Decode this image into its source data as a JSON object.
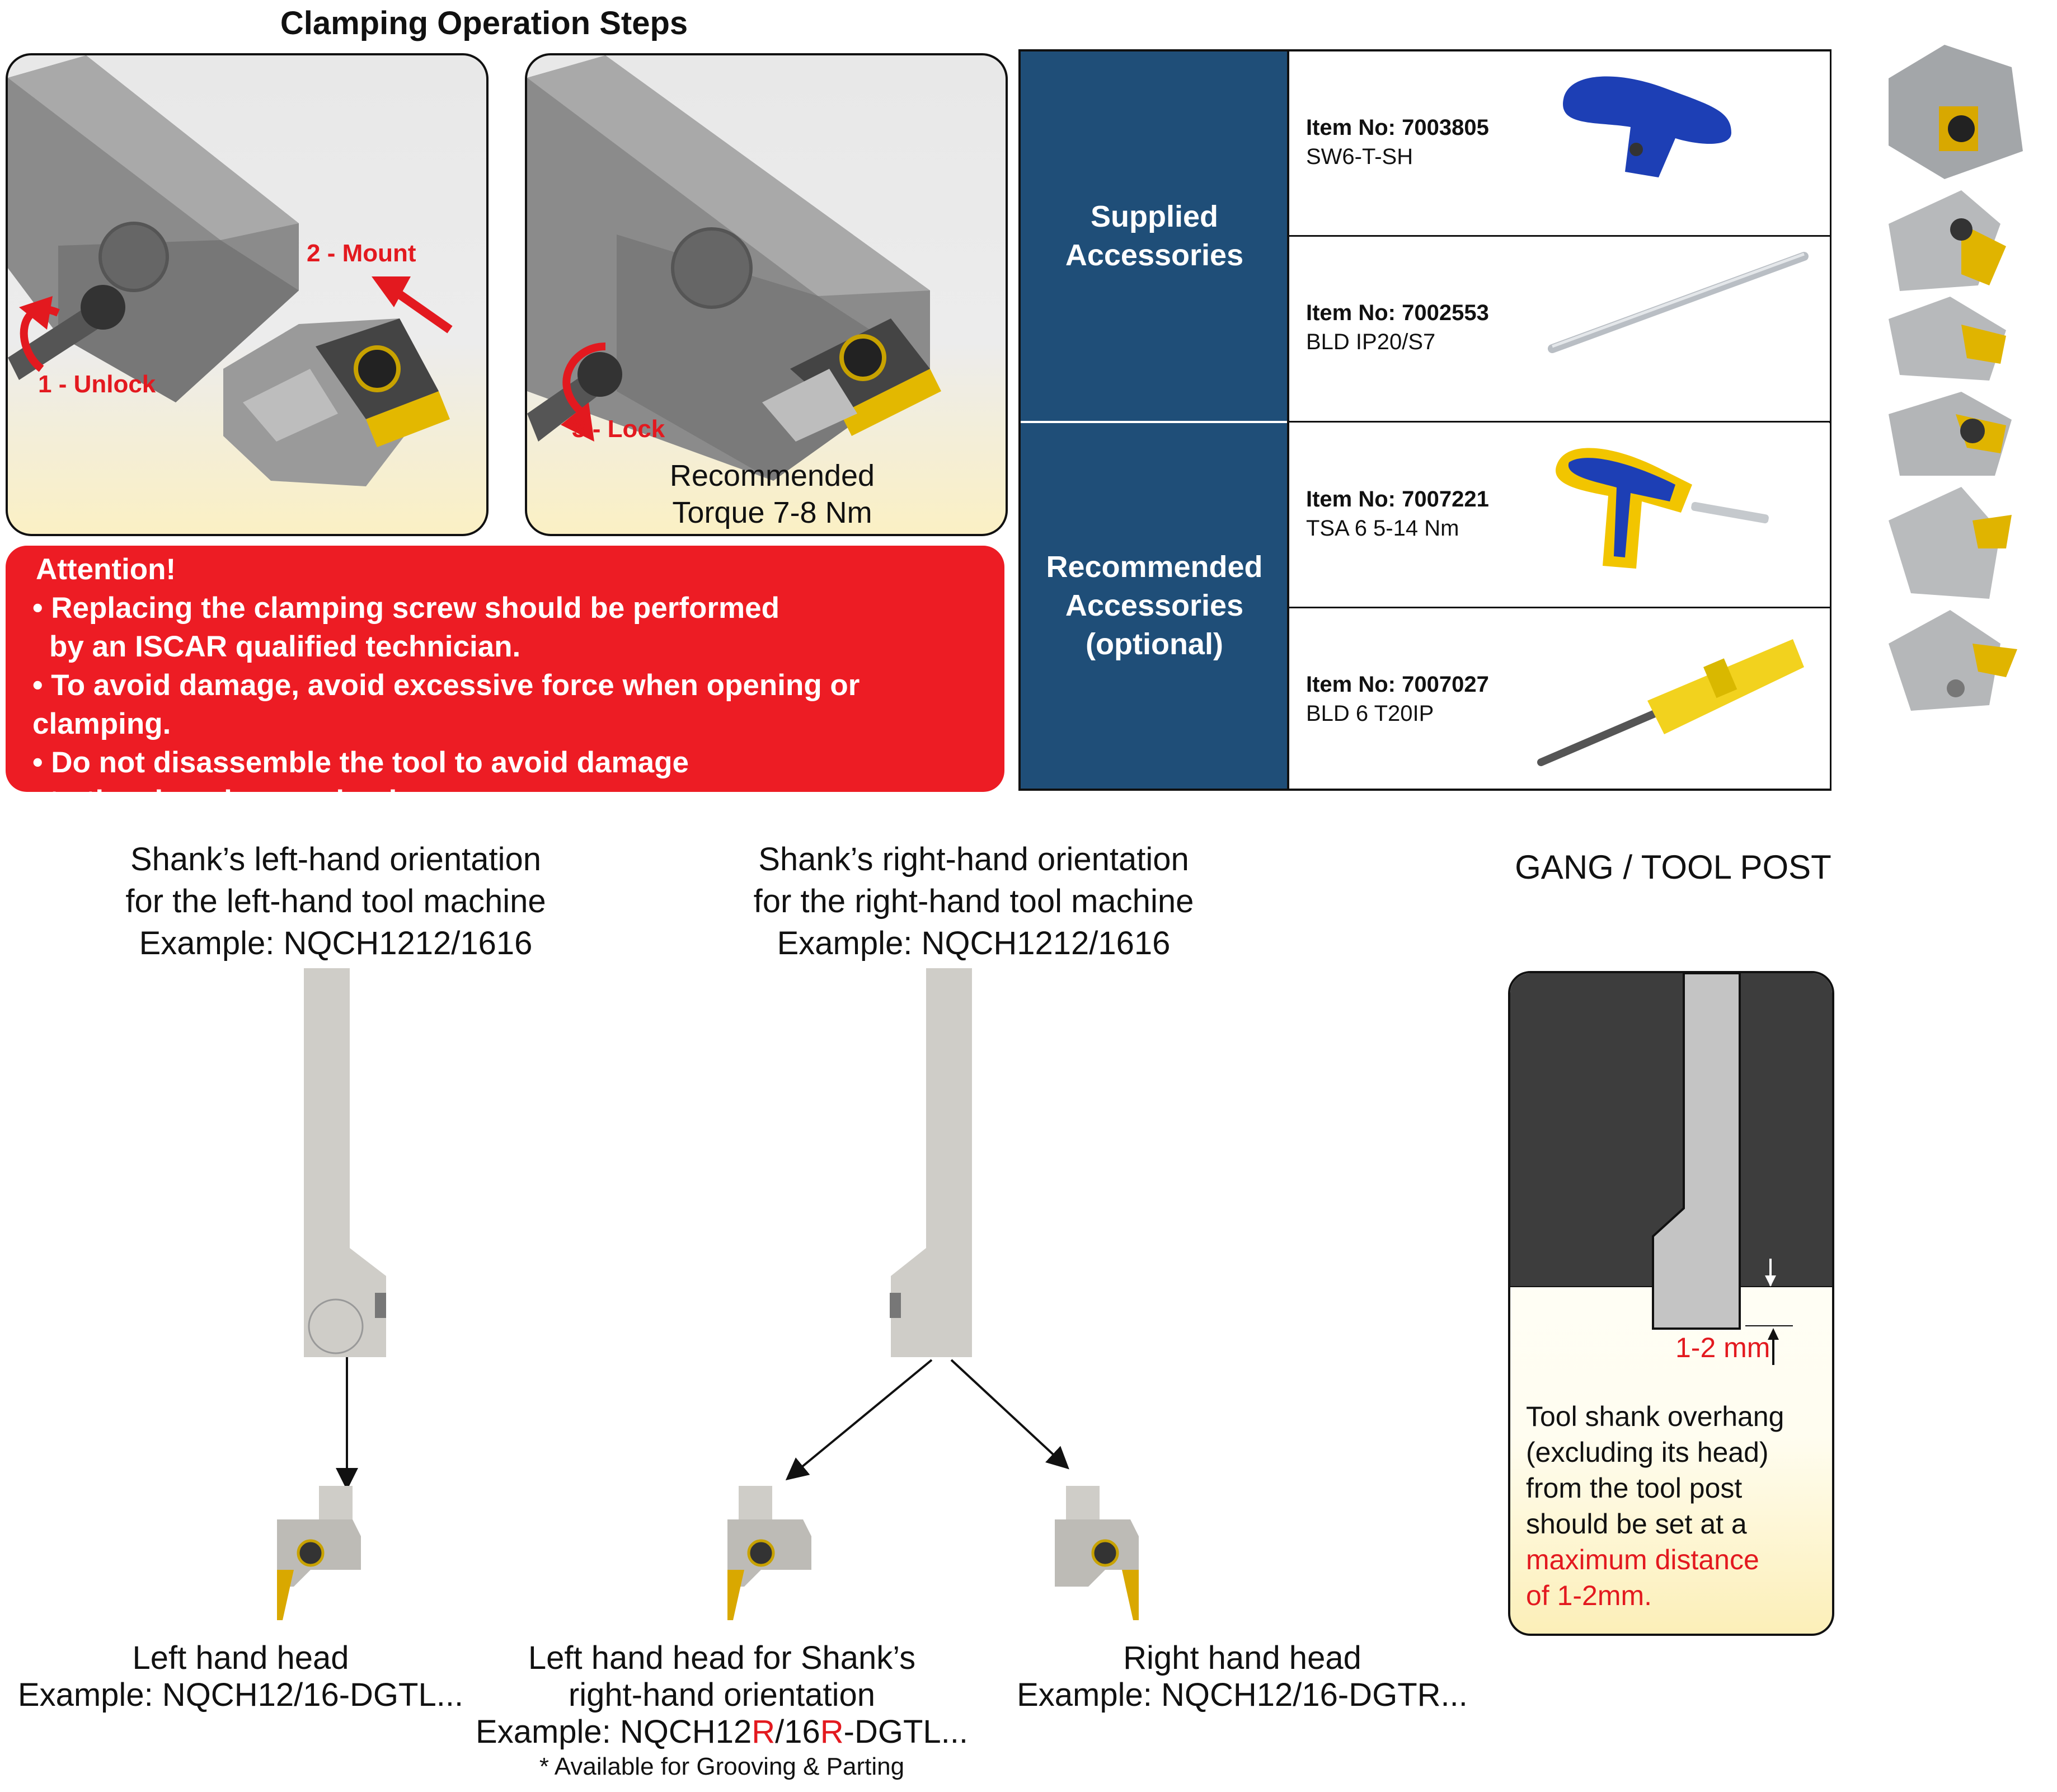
{
  "clamping": {
    "title": "Clamping Operation Steps",
    "step1": "1 - Unlock",
    "step2": "2 - Mount",
    "step3": "3 - Lock",
    "torque_line1": "Recommended",
    "torque_line2": "Torque 7-8 Nm"
  },
  "attention": {
    "heading": "Attention!",
    "bullets": [
      {
        "line1": "Replacing the clamping screw should be performed",
        "line2": "by an ISCAR qualified technician."
      },
      {
        "line1": "To avoid damage, avoid excessive force when opening or clamping.",
        "line2": ""
      },
      {
        "line1": "Do not disassemble the tool to avoid damage",
        "line2": "to the clamping mechanism."
      }
    ]
  },
  "accessories": {
    "supplied_label_1": "Supplied",
    "supplied_label_2": "Accessories",
    "recommended_label_1": "Recommended",
    "recommended_label_2": "Accessories",
    "recommended_label_3": "(optional)",
    "items": [
      {
        "number": "Item No: 7003805",
        "name": "SW6-T-SH",
        "icon": "t-handle-key-icon"
      },
      {
        "number": "Item No: 7002553",
        "name": "BLD IP20/S7",
        "icon": "screwdriver-bit-icon"
      },
      {
        "number": "Item No: 7007221",
        "name": "TSA 6  5-14 Nm",
        "icon": "torque-wrench-icon"
      },
      {
        "number": "Item No: 7007027",
        "name": "BLD 6 T20IP",
        "icon": "screwdriver-icon"
      }
    ],
    "colors": {
      "category_bg": "#1f4e78",
      "attention_bg": "#ed1c24"
    }
  },
  "orientation": {
    "left": {
      "line1": "Shank’s left-hand orientation",
      "line2": "for the left-hand tool machine",
      "line3": "Example: NQCH1212/1616"
    },
    "right": {
      "line1": "Shank’s right-hand orientation",
      "line2": "for the right-hand tool machine",
      "line3": "Example: NQCH1212/1616"
    }
  },
  "heads": {
    "left_hand": {
      "line1": "Left hand head",
      "line2": "Example: NQCH12/16-DGTL..."
    },
    "left_for_right": {
      "line1": "Left hand head for Shank’s",
      "line2": "right-hand orientation",
      "line3_a": "Example: NQCH12",
      "line3_b": "R",
      "line3_c": "/16",
      "line3_d": "R",
      "line3_e": "-DGTL...",
      "note": "* Available for Grooving & Parting"
    },
    "right_hand": {
      "line1": "Right hand head",
      "line2": "Example: NQCH12/16-DGTR..."
    }
  },
  "gang": {
    "title": "GANG / TOOL POST",
    "dimension": "1-2 mm",
    "text_line1": "Tool shank overhang",
    "text_line2": "(excluding its head)",
    "text_line3": "from the tool post",
    "text_line4": "should be set at a",
    "text_red_line1": "maximum distance",
    "text_red_line2": "of 1-2mm."
  }
}
